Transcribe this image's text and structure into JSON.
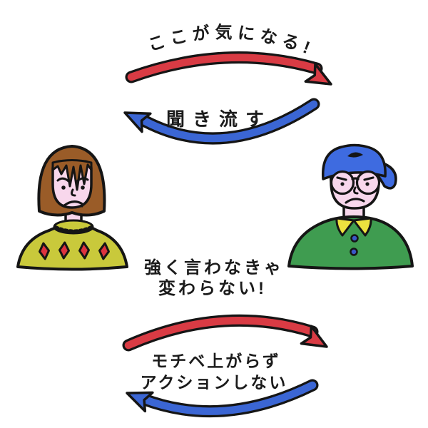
{
  "illustration": {
    "type": "two-person-communication-cycle-diagram",
    "background": "#ffffff",
    "top_cycle": {
      "forward_label": "ここが気になる!",
      "return_label": "聞き流す"
    },
    "bottom_cycle": {
      "forward_label_line1": "強く言わなきゃ",
      "forward_label_line2": "変わらない!",
      "return_label_line1": "モチベ上がらず",
      "return_label_line2": "アクションしない"
    },
    "figures": {
      "left": "frowning-woman-bob-hair-diamond-sweater",
      "right": "frowning-man-backwards-cap-round-glasses"
    },
    "colors": {
      "forward_arrow": "#d93b44",
      "return_arrow": "#3b66d4",
      "outline": "#151515",
      "skin": "#f8d7ec",
      "woman_hair": "#9a5c28",
      "woman_sweater": "#c9c93b",
      "diamond": "#de333f",
      "man_cap": "#3e6be0",
      "man_shirt": "#3f9c50",
      "man_collar": "#ece23f",
      "button": "#3a57c8"
    }
  }
}
